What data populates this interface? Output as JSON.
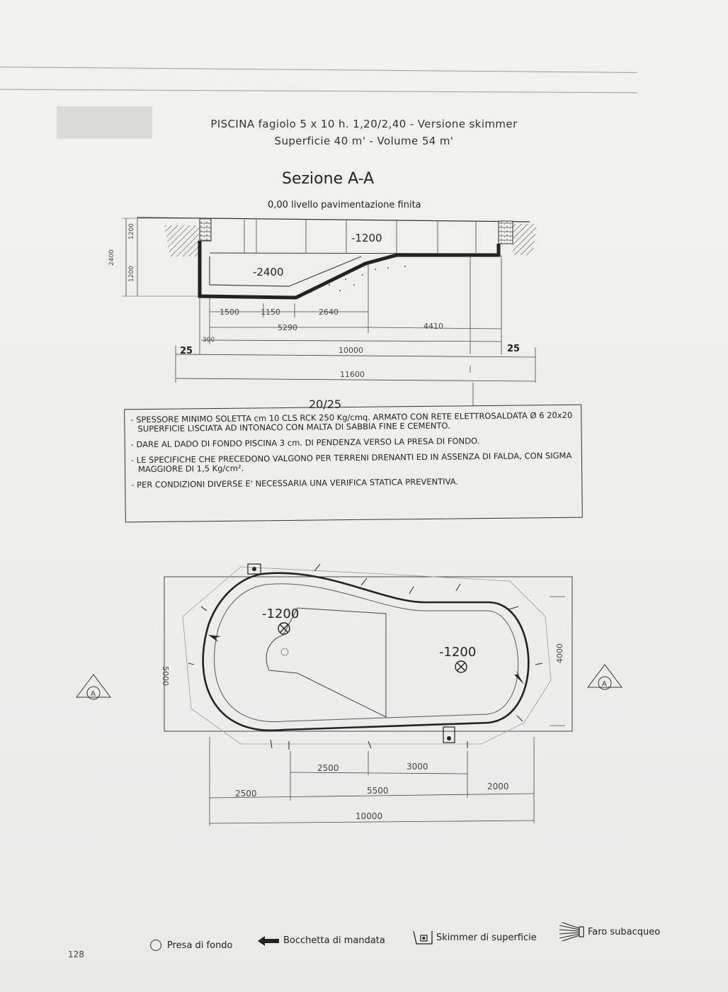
{
  "header": {
    "title_line1": "PISCINA fagiolo  5 x 10 h. 1,20/2,40 - Versione skimmer",
    "title_line2": "Superficie 40 m' - Volume 54 m'"
  },
  "section": {
    "title": "Sezione A-A",
    "level_label": "0,00 livello pavimentazione finita",
    "depth_shallow": "-1200",
    "depth_deep": "-2400",
    "left_height_total": "2400",
    "left_height_a": "1200",
    "left_height_b": "1200",
    "dim_1500": "1500",
    "dim_1150": "1150",
    "dim_2640": "2640",
    "dim_5290": "5290",
    "dim_4410": "4410",
    "dim_300": "300",
    "dim_10000": "10000",
    "dim_25_left": "25",
    "dim_25_right": "25",
    "dim_11600": "11600",
    "dim_slab": "20/25"
  },
  "notes": [
    "SPESSORE MINIMO SOLETTA cm 10 CLS RCK 250 Kg/cmq. ARMATO CON RETE ELETTROSALDATA Ø 6 20x20 SUPERFICIE LISCIATA AD INTONACO CON MALTA DI SABBIA FINE E CEMENTO.",
    "DARE AL DADO DI FONDO PISCINA 3 cm. DI PENDENZA VERSO LA PRESA DI FONDO.",
    "LE SPECIFICHE CHE PRECEDONO VALGONO PER TERRENI DRENANTI ED IN ASSENZA DI FALDA, CON SIGMA MAGGIORE DI 1,5 Kg/cm².",
    "PER CONDIZIONI DIVERSE E' NECESSARIA UNA VERIFICA STATICA PREVENTIVA."
  ],
  "plan": {
    "depth_left": "-1200",
    "depth_right": "-1200",
    "height_5000": "5000",
    "height_4000": "4000",
    "dim_2500_top": "2500",
    "dim_3000": "3000",
    "dim_2500_bottom": "2500",
    "dim_5500": "5500",
    "dim_2000": "2000",
    "dim_10000": "10000",
    "section_marker": "A"
  },
  "legend": {
    "presa": "Presa di fondo",
    "bocchetta": "Bocchetta di mandata",
    "skimmer": "Skimmer di superficie",
    "faro": "Faro subacqueo"
  },
  "page_number": "128"
}
